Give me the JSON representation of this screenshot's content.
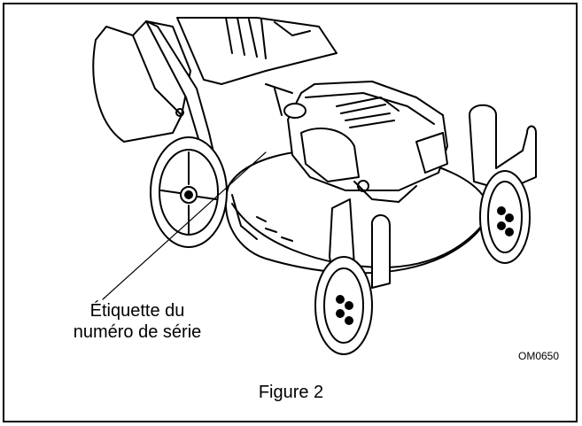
{
  "label": {
    "line1": "Étiquette du",
    "line2": "numéro de série"
  },
  "figure_code": "OM0650",
  "caption": "Figure 2"
}
